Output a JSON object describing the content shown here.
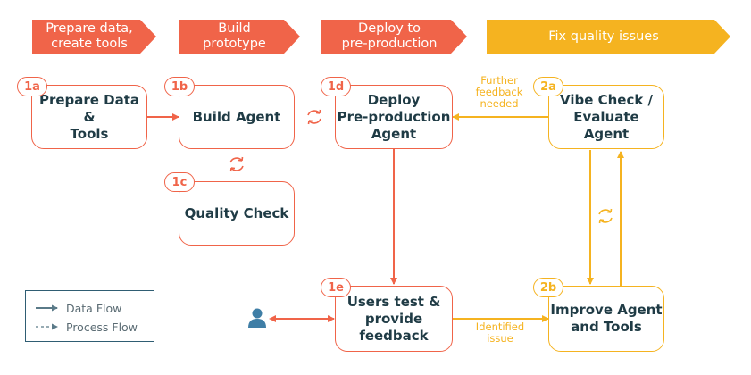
{
  "phases": [
    {
      "id": "p1",
      "label": "Prepare data,\ncreate tools"
    },
    {
      "id": "p2",
      "label": "Build\nprototype"
    },
    {
      "id": "p3",
      "label": "Deploy to\npre-production"
    },
    {
      "id": "p4",
      "label": "Fix quality issues"
    }
  ],
  "nodes": [
    {
      "id": "1a",
      "badge": "1a",
      "label": "Prepare Data &\nTools"
    },
    {
      "id": "1b",
      "badge": "1b",
      "label": "Build Agent"
    },
    {
      "id": "1c",
      "badge": "1c",
      "label": "Quality Check"
    },
    {
      "id": "1d",
      "badge": "1d",
      "label": "Deploy\nPre-production\nAgent"
    },
    {
      "id": "1e",
      "badge": "1e",
      "label": "Users test &\nprovide\nfeedback"
    },
    {
      "id": "2a",
      "badge": "2a",
      "label": "Vibe Check /\nEvaluate Agent"
    },
    {
      "id": "2b",
      "badge": "2b",
      "label": "Improve Agent\nand Tools"
    }
  ],
  "edge_labels": {
    "further_feedback": "Further\nfeedback\nneeded",
    "identified_issue": "Identified\nissue"
  },
  "legend": {
    "data_flow": "Data Flow",
    "process_flow": "Process Flow"
  },
  "colors": {
    "coral": "#f06449",
    "amber": "#f5b320",
    "node_text": "#1f3b45",
    "legend_border": "#2f5d73"
  },
  "icons": [
    "user-icon",
    "cycle-icon"
  ]
}
